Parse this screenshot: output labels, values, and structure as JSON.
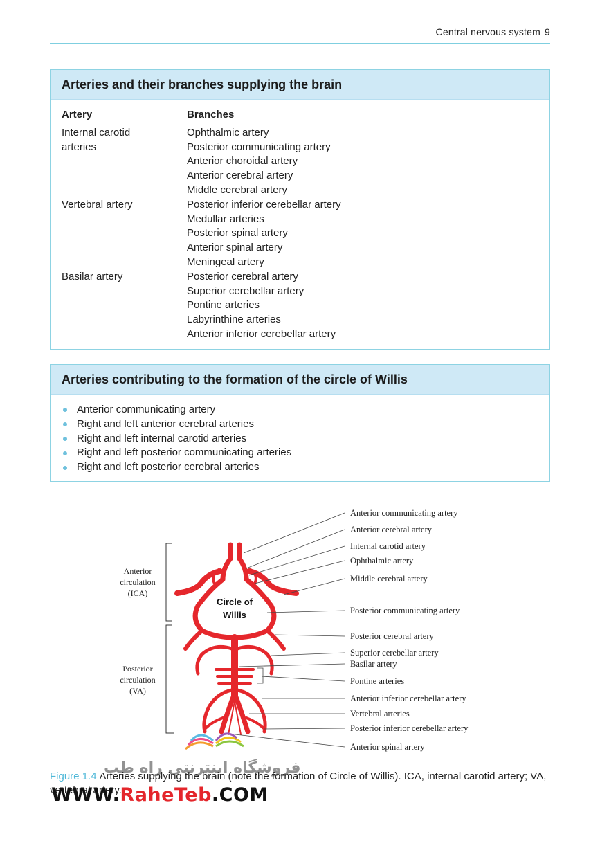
{
  "header": {
    "section": "Central nervous system",
    "page": "9"
  },
  "box1": {
    "title": "Arteries and their branches supplying the brain",
    "col_artery": "Artery",
    "col_branches": "Branches",
    "rows": [
      {
        "artery": "Internal carotid",
        "branch": "Ophthalmic artery"
      },
      {
        "artery": "arteries",
        "branch": "Posterior communicating artery"
      },
      {
        "artery": "",
        "branch": "Anterior choroidal artery"
      },
      {
        "artery": "",
        "branch": "Anterior cerebral artery"
      },
      {
        "artery": "",
        "branch": "Middle cerebral artery"
      },
      {
        "artery": "Vertebral artery",
        "branch": "Posterior inferior cerebellar artery"
      },
      {
        "artery": "",
        "branch": "Medullar arteries"
      },
      {
        "artery": "",
        "branch": "Posterior spinal artery"
      },
      {
        "artery": "",
        "branch": "Anterior spinal artery"
      },
      {
        "artery": "",
        "branch": "Meningeal artery"
      },
      {
        "artery": "Basilar artery",
        "branch": "Posterior cerebral artery"
      },
      {
        "artery": "",
        "branch": "Superior cerebellar artery"
      },
      {
        "artery": "",
        "branch": "Pontine arteries"
      },
      {
        "artery": "",
        "branch": "Labyrinthine arteries"
      },
      {
        "artery": "",
        "branch": "Anterior inferior cerebellar artery"
      }
    ]
  },
  "box2": {
    "title": "Arteries contributing to the formation of the circle of Willis",
    "items": [
      "Anterior communicating artery",
      "Right and left anterior cerebral arteries",
      "Right and left internal carotid arteries",
      "Right and left posterior communicating arteries",
      "Right and left posterior cerebral arteries"
    ]
  },
  "figure": {
    "center_label_1": "Circle of",
    "center_label_2": "Willis",
    "group_anterior": [
      "Anterior",
      "circulation",
      "(ICA)"
    ],
    "group_posterior": [
      "Posterior",
      "circulation",
      "(VA)"
    ],
    "labels": [
      "Anterior communicating artery",
      "Anterior cerebral artery",
      "Internal carotid artery",
      "Ophthalmic artery",
      "Middle cerebral artery",
      "Posterior communicating artery",
      "Posterior cerebral artery",
      "Superior cerebellar artery",
      "Basilar artery",
      "Pontine arteries",
      "Anterior inferior cerebellar artery",
      "Vertebral arteries",
      "Posterior inferior cerebellar artery",
      "Anterior spinal artery"
    ],
    "artery_color": "#e5272c"
  },
  "caption": {
    "label": "Figure 1.4",
    "text": "Arteries supplying the brain (note the formation of Circle of Willis). ICA, internal carotid artery; VA, vertebral artery."
  },
  "watermark": {
    "persian": "فروشگاه اینترنتی راه طب",
    "url_prefix": "WWW.",
    "url_brand": "RaheTeb",
    "url_suffix": ".COM"
  }
}
